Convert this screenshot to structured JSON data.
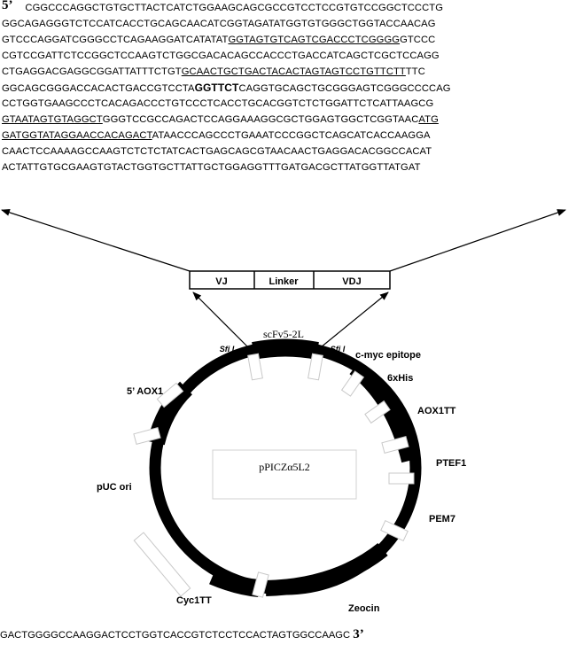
{
  "top_sequence": {
    "prime5": "5’",
    "lines": [
      [
        {
          "t": "  CGGCCCAGGCTGTGCTTACTCATCTGGAAGCAGCGCCGTCCTCCGTGTCCGGCTCCCTG"
        }
      ],
      [
        {
          "t": "GGCAGAGGGTCTCCATCACCTGCAGCAACATCGGTAGATATGGTGTGGGCTGGTACCAACAG"
        }
      ],
      [
        {
          "t": "GTCCCAGGATCGGGCCTCAGAAGGATCATATAT"
        },
        {
          "t": "GGTAGTGTCAGTCGACCCTCGGGG",
          "u": true
        },
        {
          "t": "GTCCC"
        }
      ],
      [
        {
          "t": "CGTCCGATTCTCCGGCTCCAAGTCTGGCGACACAGCCACCCTGACCATCAGCTCGCTCCAGG"
        }
      ],
      [
        {
          "t": "CTGAGGACGAGGCGGATTATTTCTGT"
        },
        {
          "t": "GCAACTGCTGACTACACTAGTAGTCCTGTTCTT",
          "u": true
        },
        {
          "t": "TTC"
        }
      ],
      [
        {
          "t": "GGCAGCGGGACCACACTGACCGTCCTA"
        },
        {
          "t": "GGTTCT",
          "b": true
        },
        {
          "t": "CAGGTGCAGCTGCGGGAGTCGGGCCCCAG"
        }
      ],
      [
        {
          "t": "CCTGGTGAAGCCCTCACAGACCCTGTCCCTCACCTGCACGGTCTCTGGATTCTCATTAAGCG"
        }
      ],
      [
        {
          "t": "GTAATAGTGTAGGCT",
          "u": true
        },
        {
          "t": "GGGTCCGCCAGACTCCAGGAAAGGCGCTGGAGTGGCTCGGTAAC"
        },
        {
          "t": "ATG",
          "u": true
        }
      ],
      [
        {
          "t": "GATGGTATAGGAACCACAGACT",
          "u": true
        },
        {
          "t": "ATAACCCAGCCCTGAAATCCCGGCTCAGCATCACCAAGGA"
        }
      ],
      [
        {
          "t": "CAACTCCAAAAGCCAAGTCTCTCTATCACTGAGCAGCGTAACAACTGAGGACACGGCCACAT"
        }
      ],
      [
        {
          "t": "ACTATTGTGCGAAGTGTACTGGTGCTTATTGCTGGAGGTTTGATGACGCTTATGGTTATGAT"
        }
      ]
    ]
  },
  "construct": {
    "segments": [
      "VJ",
      "Linker",
      "VDJ"
    ]
  },
  "plasmid": {
    "name": "pPICZα5L2",
    "insert_label": "scFv5-2L",
    "site_label": "Sfi I",
    "features": {
      "cmyc": "c-myc epitope",
      "his": "6xHis",
      "aox1tt": "AOX1TT",
      "ptef1": "PTEF1",
      "pem7": "PEM7",
      "zeocin": "Zeocin",
      "cyc1tt": "Cyc1TT",
      "puc": "pUC ori",
      "aox1": "5’ AOX1"
    },
    "colors": {
      "ink": "#000000",
      "box_border": "#c8c8c8",
      "paper": "#ffffff"
    }
  },
  "bottom_sequence": {
    "text": "GACTGGGGCCAAGGACTCCTGGTCACCGTCTCCTCCACTAGTGGCCAAGC ",
    "prime3": "3’"
  }
}
